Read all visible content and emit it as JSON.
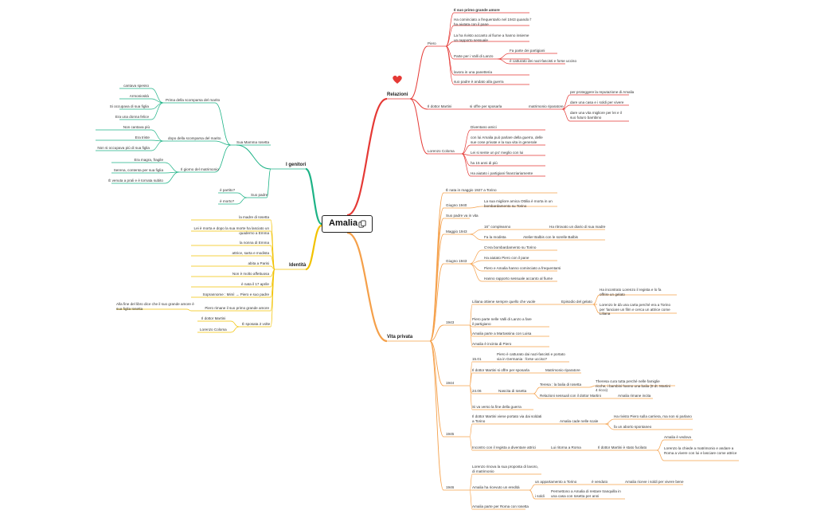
{
  "root": {
    "title": "Amalia",
    "icon": "copy-icon"
  },
  "colors": {
    "relazioni": "#e53935",
    "genitori": "#1db386",
    "identita": "#f2c200",
    "vita": "#f5a04a"
  },
  "relazioni": {
    "title": "Relazioni",
    "icon": "heart-icon",
    "piero": {
      "label": "Piero",
      "items": [
        "Il suo primo grande amore",
        "Ha cominciato a frequentarlo nel 1943 quando l' ha aiutata con il pane",
        "La ha rivisto accanto al fiume a hanno insieme un rapporto sessuale",
        "Parte per i Valli di Lanzo",
        "Fa parte dei partigiani",
        "è catturato dei nazi-fascisti e forse ucciso",
        "lavora in una panetteria",
        "suo padre è andato alla guerra"
      ]
    },
    "martini": {
      "label": "Il dottor Martini",
      "offer": "si offre per sposarla",
      "matrimonio": "matrimonio riparatore",
      "items": [
        "per proteggere la reputazione di Amalia",
        "dare una casa e i soldi per vivere",
        "dare una vita migliore per lei e il suo futuro bambino"
      ]
    },
    "lorenzo": {
      "label": "Lorenzo Coloma",
      "items": [
        "Diventano amici",
        "con lui Amalia può parlare della guerra, delle sue cose private e la sua vita in generale",
        "Lei si sente un po' meglio con lui",
        "ha 15 anni di più",
        "Ha aiutato i partigiani finanziariamente"
      ]
    }
  },
  "genitori": {
    "title": "I genitori",
    "madre": {
      "label": "Sua Mamma Iosetta",
      "prima": {
        "label": "Prima della scomparsa del marito",
        "items": [
          "cantava spesso",
          "Armoniosità",
          "Si occupava di sua figlia",
          "Era una donna felice"
        ]
      },
      "dopo": {
        "label": "dopo della scomparsa del marito",
        "items": [
          "Non cantava più",
          "Era triste",
          "Non si occupava più di sua figlia"
        ]
      },
      "giorno": {
        "label": "Il giorno del matrimonio",
        "items": [
          "Era magra, fragile",
          "Serena, contenta per sua figlia",
          "È venuta a prali e è tornata subito"
        ]
      }
    },
    "padre": {
      "label": "Suo padre",
      "items": [
        "è partito?",
        "è morto?"
      ]
    }
  },
  "identita": {
    "title": "Identità",
    "items": [
      "la madre di Iosetta",
      "Lei è morta e dopo la sua morte ha lasciato un quaderno a Emma",
      "la nonna di Emma",
      "attrice, sarta e modista",
      "abita a Parisi",
      "Non è molto affettuosa",
      "è nata il 17 aprile",
      "Soprannome : Mimì → Piero e suo padre"
    ],
    "primo": {
      "label": "Piero rimane il suo primo grande amore",
      "note": "Alla fine del libro dice che il suo grande amore è sua figlia Iosetta"
    },
    "sposata": {
      "label": "È sposata 2 volte",
      "items": [
        "Il dottor Martini",
        "Lorenzo Coloma"
      ]
    }
  },
  "vita": {
    "title": "Vita privata",
    "top": [
      "È nata in maggio 1927 a Torino"
    ],
    "g1940": {
      "label": "Giugno 1940",
      "item": "La sua migliore amica Ottilia è morta in un bombardamento su Torino"
    },
    "suo_padre": "Suo padre va in vita",
    "m1943": {
      "label": "Maggio 1943",
      "items": [
        {
          "a": "16° compleanno",
          "b": "Ha ritrovato un diario di sua madre"
        },
        {
          "a": "Fa la modista",
          "b": "Atelier Balbis con le sorelle Balbis"
        }
      ]
    },
    "g1943": {
      "label": "Giugno 1943",
      "items": [
        "C'era bombardamento su Torino",
        "Ha aiutato Piero con il pane",
        "Piero e Amalia hanno cominciato a frequentarsi",
        "Hanno rapporto sessuale accanto al fiume"
      ]
    },
    "y1943": {
      "label": "1943",
      "liliana": "Liliana ottiene sempre quello che vuole",
      "gelato": "Episodio del gelato",
      "gelato_items": [
        "Ha incontrato Lorenzo il regista e lo fa offrire un gelato",
        "Lorenzo le dà una carta perché era a Torino per 'lanciare un film e cerca un attrice come Liliana"
      ],
      "items": [
        "Piero parte nelle Valli di Lanzo a fare il partigiano",
        "Amalia parte a Martassina con Luisa",
        "Amalia è incinta di Piero"
      ]
    },
    "y1944": {
      "label": "1944",
      "d1501": "15.01",
      "d1501_item": "Piero è catturato dai nazi-fascisti e portato via in Germania : forse ucciso?",
      "martini_offer": "Il dottor Martini si offre per sposarla",
      "matrimonio": "Matrimonio riparatore",
      "d2406": "24.06",
      "nascita": "Nascita di Iosetta",
      "teresa": "Teresa : la balia di Iosetta",
      "teresa_note": "Theresa cura tutta perché nelle famiglie ricche, i bambini hanno una balia (8 dt. Martini 4 ricco)",
      "rapporti": "Relazioni sessuali con il dottor Martini",
      "rimane": "Amalia rimane incita",
      "fine": "Si va verso la fine della guerra"
    },
    "y1945": {
      "label": "1945",
      "martini_portato": "Il dottor Martini viene portato via dai soldati a Torino",
      "cade": "Amalia cade nelle scale",
      "rivisto": "Ha rivisto Piero sulla carriera, ma non si parlano",
      "aborto": "fa un aborto spontaneo",
      "incontro": "Incontro con il regista a diventare attrici",
      "roma": "Lui ritorna a Roma",
      "fucilato": "Il dottor Martini è stato fucilato",
      "vedova": "Amalia è vedova",
      "lorenzo_note": "Lorenzo la chiede a matrimonio e andare a Roma a vivere con lui e lasciare come attrice"
    },
    "y1946": {
      "label": "1946",
      "lorenzo": "Lorenzo rinova la sua proposta di lavoro, di matrimonio",
      "eredita": "Amalia ha ricevuto un eredità",
      "appart": "un appartamento a Torino",
      "venduto": "è venduto",
      "riceve": "Amalia riceve i soldi per vivere bene",
      "soldi": "i soldi",
      "permettono": "Permettono a Amalia di restare tranquilla in una casa con Iosetta per anni",
      "parte": "Amalia parte per Roma con Iosetta"
    }
  }
}
